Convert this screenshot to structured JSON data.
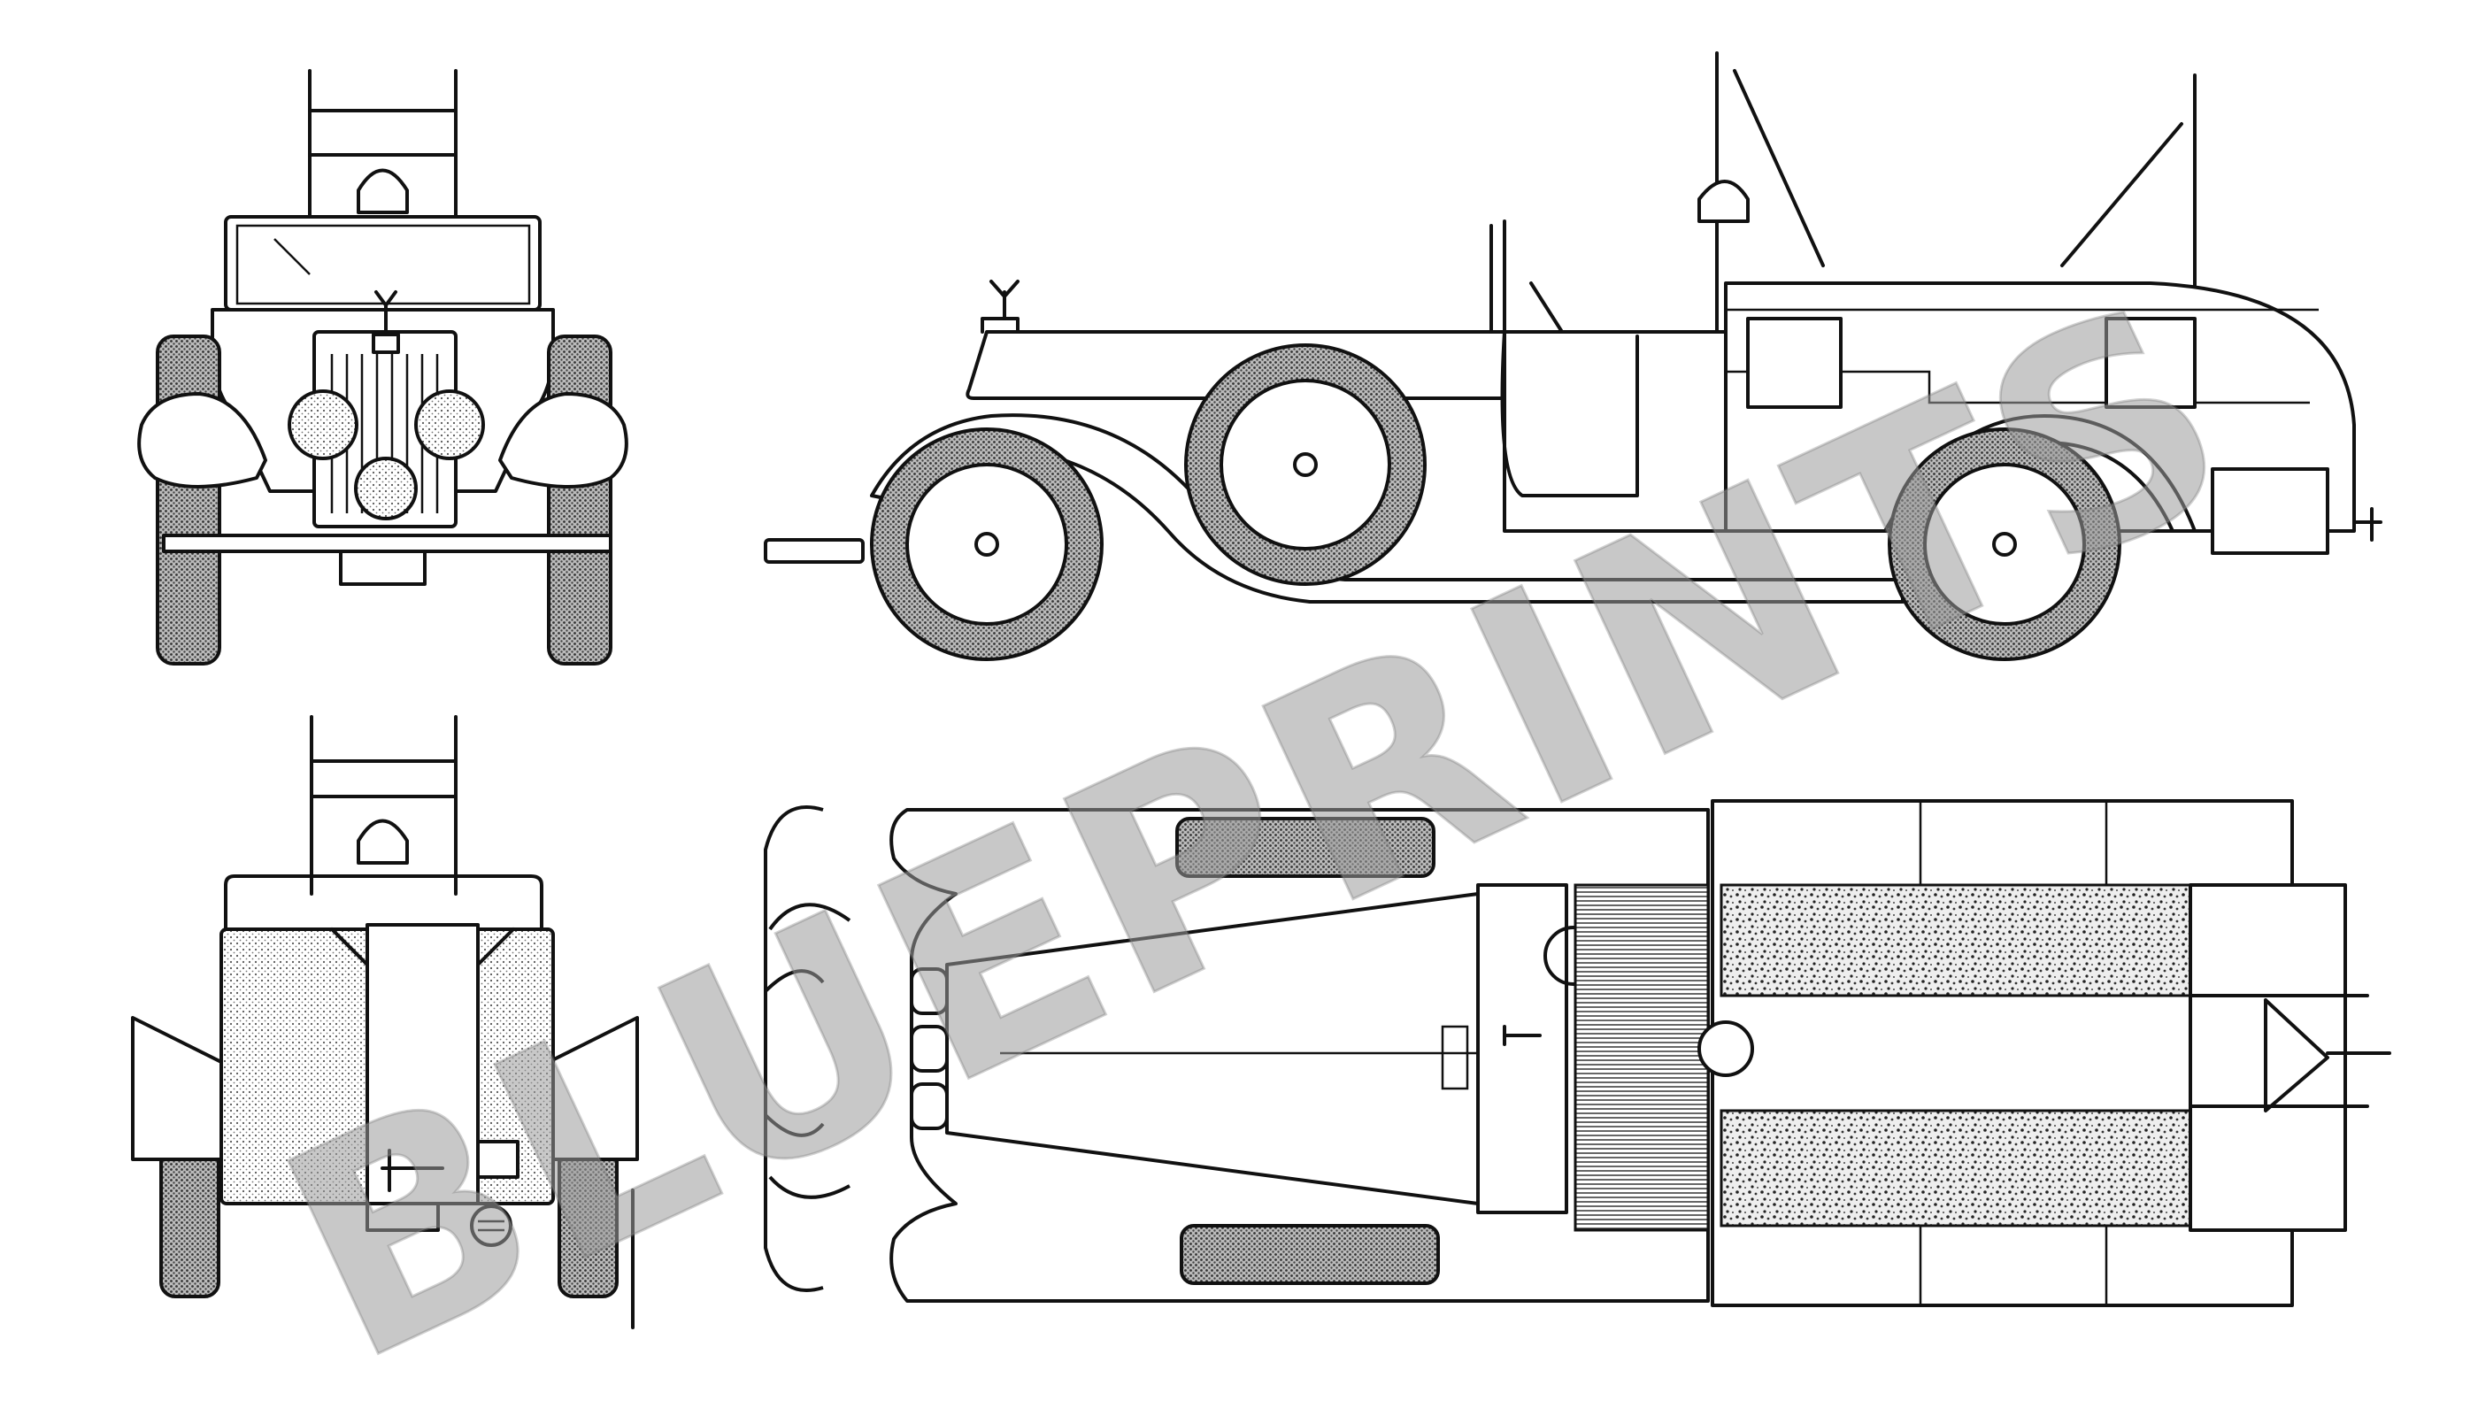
{
  "watermark": {
    "text": "BLUEPRINTS",
    "color": "#9a9a9a"
  },
  "views": [
    {
      "name": "front-view"
    },
    {
      "name": "side-view"
    },
    {
      "name": "rear-view"
    },
    {
      "name": "top-view"
    }
  ],
  "colors": {
    "line": "#111111",
    "background": "#ffffff",
    "shading": "#555555"
  }
}
